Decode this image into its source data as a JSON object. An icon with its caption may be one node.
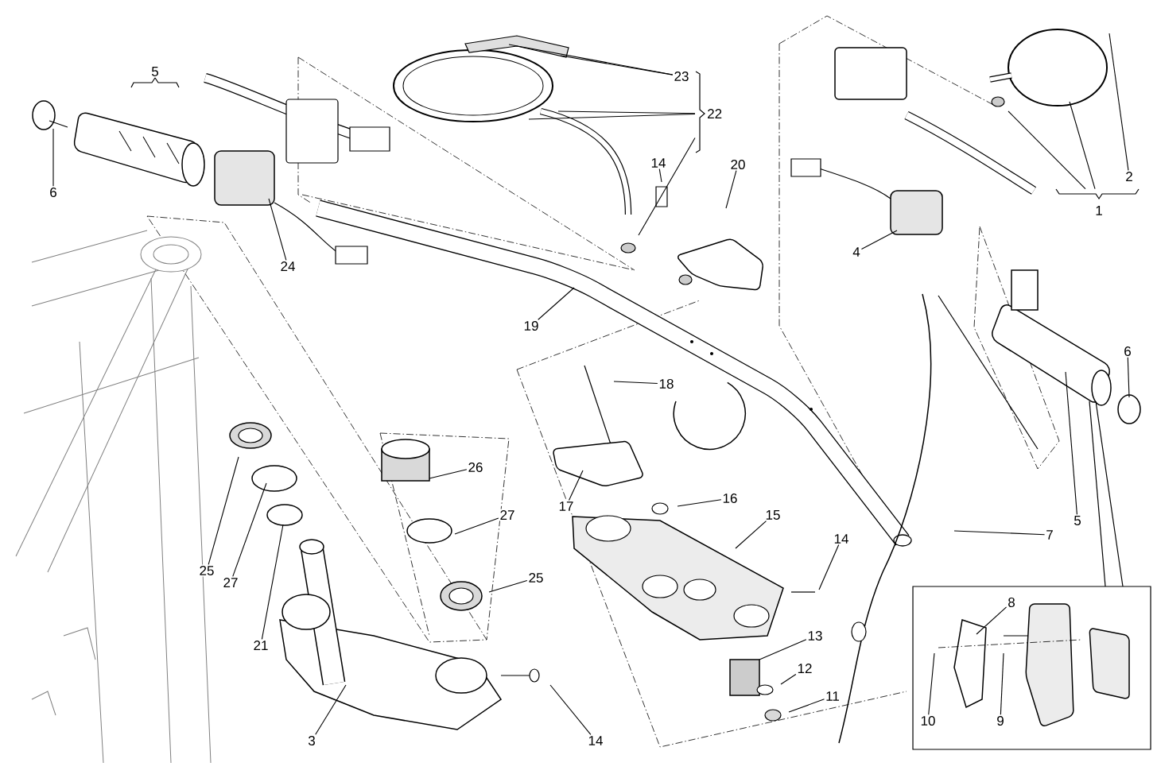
{
  "diagram": {
    "nodes": [
      {
        "text": [
          "5"
        ]
      },
      {
        "text": [
          "23"
        ]
      },
      {
        "text": [
          "22"
        ]
      },
      {
        "text": [
          "2"
        ]
      },
      {
        "text": [
          "14"
        ]
      },
      {
        "text": [
          "20"
        ]
      },
      {
        "text": [
          "6"
        ]
      },
      {
        "text": [
          "1"
        ]
      },
      {
        "text": [
          "4"
        ]
      },
      {
        "text": [
          "24"
        ]
      },
      {
        "text": [
          "19"
        ]
      },
      {
        "text": [
          "6"
        ]
      },
      {
        "text": [
          "18"
        ]
      },
      {
        "text": [
          "26"
        ]
      },
      {
        "text": [
          "16"
        ]
      },
      {
        "text": [
          "17"
        ]
      },
      {
        "text": [
          "27"
        ]
      },
      {
        "text": [
          "15"
        ]
      },
      {
        "text": [
          "5"
        ]
      },
      {
        "text": [
          "7"
        ]
      },
      {
        "text": [
          "14"
        ]
      },
      {
        "text": [
          "25"
        ]
      },
      {
        "text": [
          "25"
        ]
      },
      {
        "text": [
          "27"
        ]
      },
      {
        "text": [
          "8"
        ]
      },
      {
        "text": [
          "13"
        ]
      },
      {
        "text": [
          "21"
        ]
      },
      {
        "text": [
          "12"
        ]
      },
      {
        "text": [
          "11"
        ]
      },
      {
        "text": [
          "10"
        ]
      },
      {
        "text": [
          "9"
        ]
      },
      {
        "text": [
          "3"
        ]
      },
      {
        "text": [
          "14"
        ]
      }
    ],
    "edges": [
      {
        "from": 1,
        "to": null,
        "arrow": "none"
      },
      {
        "from": 1,
        "to": null,
        "arrow": "none"
      },
      {
        "from": 2,
        "to": null,
        "arrow": "none"
      },
      {
        "from": 2,
        "to": null,
        "arrow": "none"
      },
      {
        "from": 2,
        "to": null,
        "arrow": "none"
      },
      {
        "from": 3,
        "to": null,
        "arrow": "none"
      },
      {
        "from": 4,
        "to": null,
        "arrow": "none"
      },
      {
        "from": 5,
        "to": null,
        "arrow": "none"
      },
      {
        "from": 6,
        "to": null,
        "arrow": "none"
      },
      {
        "from": 7,
        "to": null,
        "arrow": "none"
      },
      {
        "from": 7,
        "to": null,
        "arrow": "none"
      },
      {
        "from": 8,
        "to": null,
        "arrow": "none"
      },
      {
        "from": 9,
        "to": null,
        "arrow": "none"
      },
      {
        "from": 10,
        "to": null,
        "arrow": "none"
      },
      {
        "from": 11,
        "to": null,
        "arrow": "none"
      },
      {
        "from": 12,
        "to": null,
        "arrow": "none"
      },
      {
        "from": 13,
        "to": null,
        "arrow": "none"
      },
      {
        "from": 14,
        "to": null,
        "arrow": "none"
      },
      {
        "from": 15,
        "to": null,
        "arrow": "none"
      },
      {
        "from": 16,
        "to": null,
        "arrow": "none"
      },
      {
        "from": 17,
        "to": null,
        "arrow": "none"
      },
      {
        "from": 18,
        "to": null,
        "arrow": "none"
      },
      {
        "from": 19,
        "to": null,
        "arrow": "none"
      },
      {
        "from": 20,
        "to": null,
        "arrow": "none"
      },
      {
        "from": 21,
        "to": null,
        "arrow": "none"
      },
      {
        "from": 22,
        "to": null,
        "arrow": "none"
      },
      {
        "from": 23,
        "to": null,
        "arrow": "none"
      },
      {
        "from": 24,
        "to": null,
        "arrow": "none"
      },
      {
        "from": 25,
        "to": null,
        "arrow": "none"
      },
      {
        "from": 26,
        "to": null,
        "arrow": "none"
      },
      {
        "from": 27,
        "to": null,
        "arrow": "none"
      },
      {
        "from": 28,
        "to": null,
        "arrow": "none"
      },
      {
        "from": 29,
        "to": null,
        "arrow": "none"
      },
      {
        "from": 30,
        "to": null,
        "arrow": "none"
      },
      {
        "from": 31,
        "to": null,
        "arrow": "none"
      },
      {
        "from": 32,
        "to": null,
        "arrow": "none"
      }
    ]
  }
}
